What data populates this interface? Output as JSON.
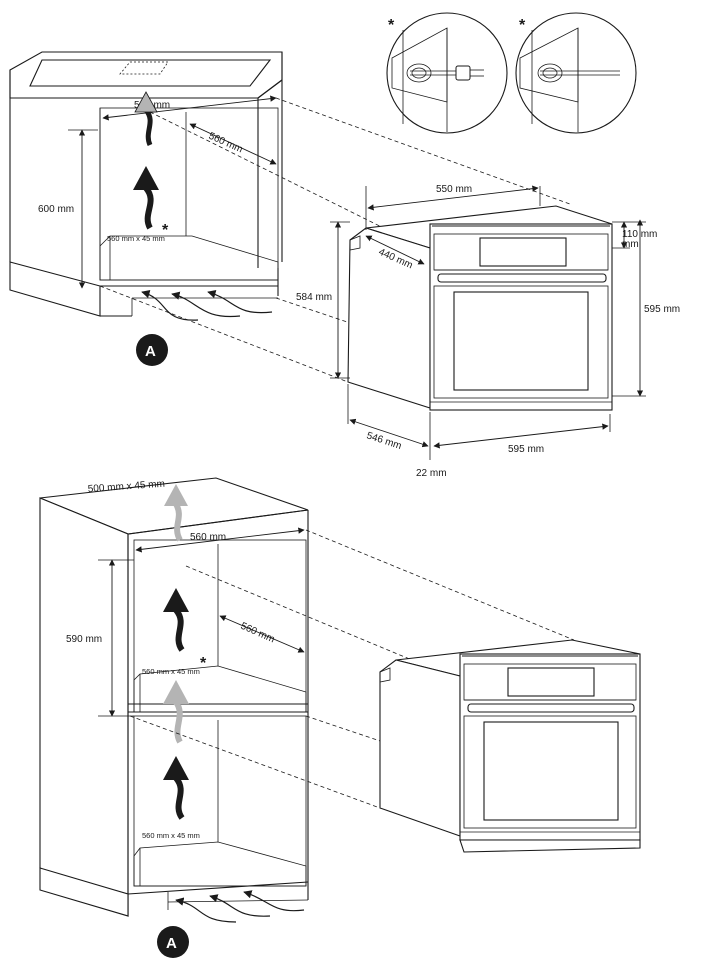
{
  "figure": {
    "top": {
      "width_cabinet": "560 mm",
      "depth_cabinet": "560 mm",
      "height_cabinet": "600 mm",
      "vent_opening": "560 mm x 45 mm",
      "asterisk": "*",
      "badge": "A"
    },
    "oven": {
      "top_width": "550 mm",
      "top_depth": "440 mm",
      "panel_height": "110 mm",
      "body_height": "584 mm",
      "total_height": "595 mm",
      "depth": "546 mm",
      "width": "595 mm",
      "door_thickness": "22 mm"
    },
    "detail": {
      "asterisk_left": "*",
      "asterisk_right": "*"
    },
    "bottom": {
      "top_vent": "500 mm x 45 mm",
      "width_cabinet": "560 mm",
      "depth_cabinet": "560 mm",
      "height_niche": "590 mm",
      "vent_upper": "560 mm x 45 mm",
      "vent_lower": "560 mm x 45 mm",
      "asterisk": "*",
      "badge": "A"
    }
  },
  "icons": [
    "air-flow-arrow-icon",
    "plug-icon",
    "cable-icon",
    "asterisk-icon"
  ]
}
